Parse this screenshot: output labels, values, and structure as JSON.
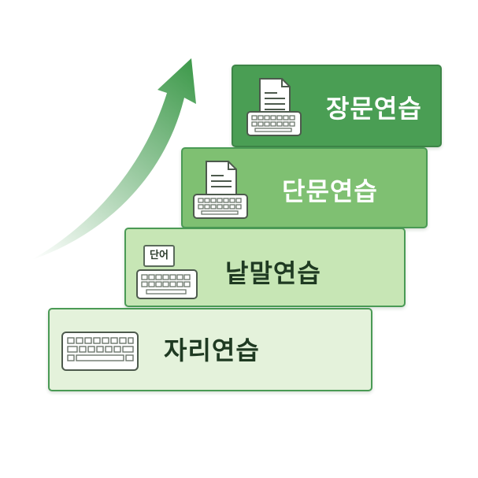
{
  "steps": [
    {
      "label": "자리연습",
      "icon": "keyboard-icon"
    },
    {
      "label": "낱말연습",
      "icon": "word-card-keyboard-icon",
      "card_text": "단어"
    },
    {
      "label": "단문연습",
      "icon": "document-keyboard-icon"
    },
    {
      "label": "장문연습",
      "icon": "document-keyboard-icon"
    }
  ],
  "arrow": {
    "icon": "upward-trend-arrow",
    "color": "#3f9a4c"
  },
  "colors": {
    "step1_fill": "#e4f2db",
    "step2_fill": "#c7e6b5",
    "step3_fill": "#7fc072",
    "step4_fill": "#4a9e54",
    "border": "#4a9a55",
    "dark_text": "#1f3a22",
    "light_text": "#ffffff"
  }
}
